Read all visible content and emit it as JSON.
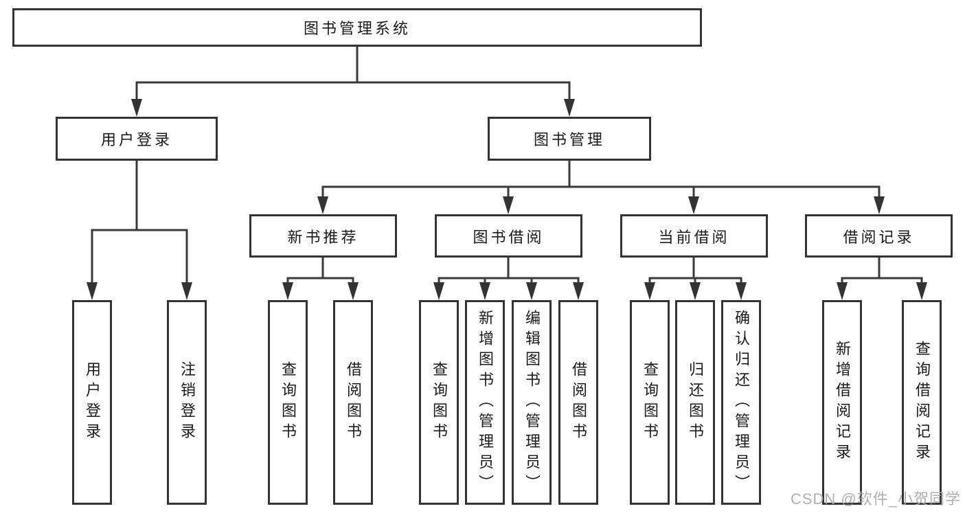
{
  "tree": {
    "root": {
      "label": "图书管理系统",
      "children": [
        {
          "label": "用户登录",
          "children": [
            {
              "label": "用户登录"
            },
            {
              "label": "注销登录"
            }
          ]
        },
        {
          "label": "图书管理",
          "children": [
            {
              "label": "新书推荐",
              "children": [
                {
                  "label": "查询图书"
                },
                {
                  "label": "借阅图书"
                }
              ]
            },
            {
              "label": "图书借阅",
              "children": [
                {
                  "label": "查询图书"
                },
                {
                  "label": "新增图书（管理员）"
                },
                {
                  "label": "编辑图书（管理员）"
                },
                {
                  "label": "借阅图书"
                }
              ]
            },
            {
              "label": "当前借阅",
              "children": [
                {
                  "label": "查询图书"
                },
                {
                  "label": "归还图书"
                },
                {
                  "label": "确认归还（管理员）"
                }
              ]
            },
            {
              "label": "借阅记录",
              "children": [
                {
                  "label": "新增借阅记录"
                },
                {
                  "label": "查询借阅记录"
                }
              ]
            }
          ]
        }
      ]
    }
  },
  "watermark": {
    "text": "CSDN @软件_小贺同学"
  },
  "colors": {
    "line": "#3a3a3a",
    "box_border": "#333333",
    "text": "#1a1a1a",
    "background": "#ffffff",
    "watermark": "#a8a8a8"
  }
}
